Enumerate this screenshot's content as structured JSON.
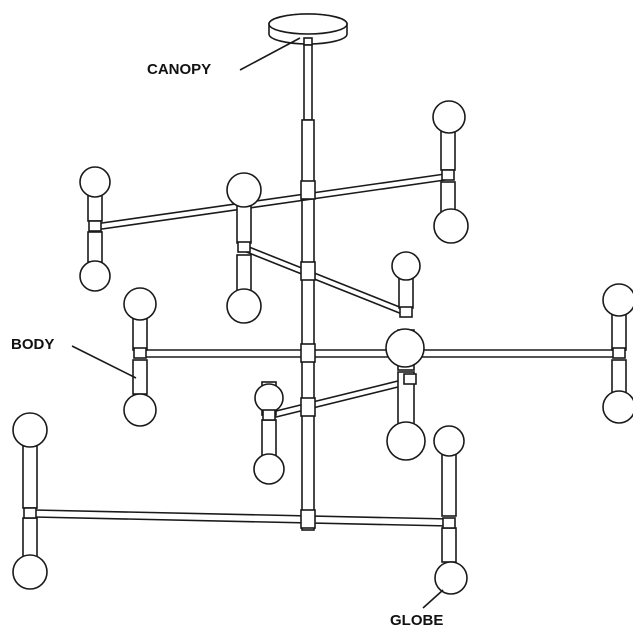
{
  "labels": {
    "canopy": "CANOPY",
    "body": "BODY",
    "globe": "GLOBE"
  },
  "colors": {
    "stroke": "#1a1a1a",
    "fill": "#ffffff",
    "text": "#111111"
  }
}
